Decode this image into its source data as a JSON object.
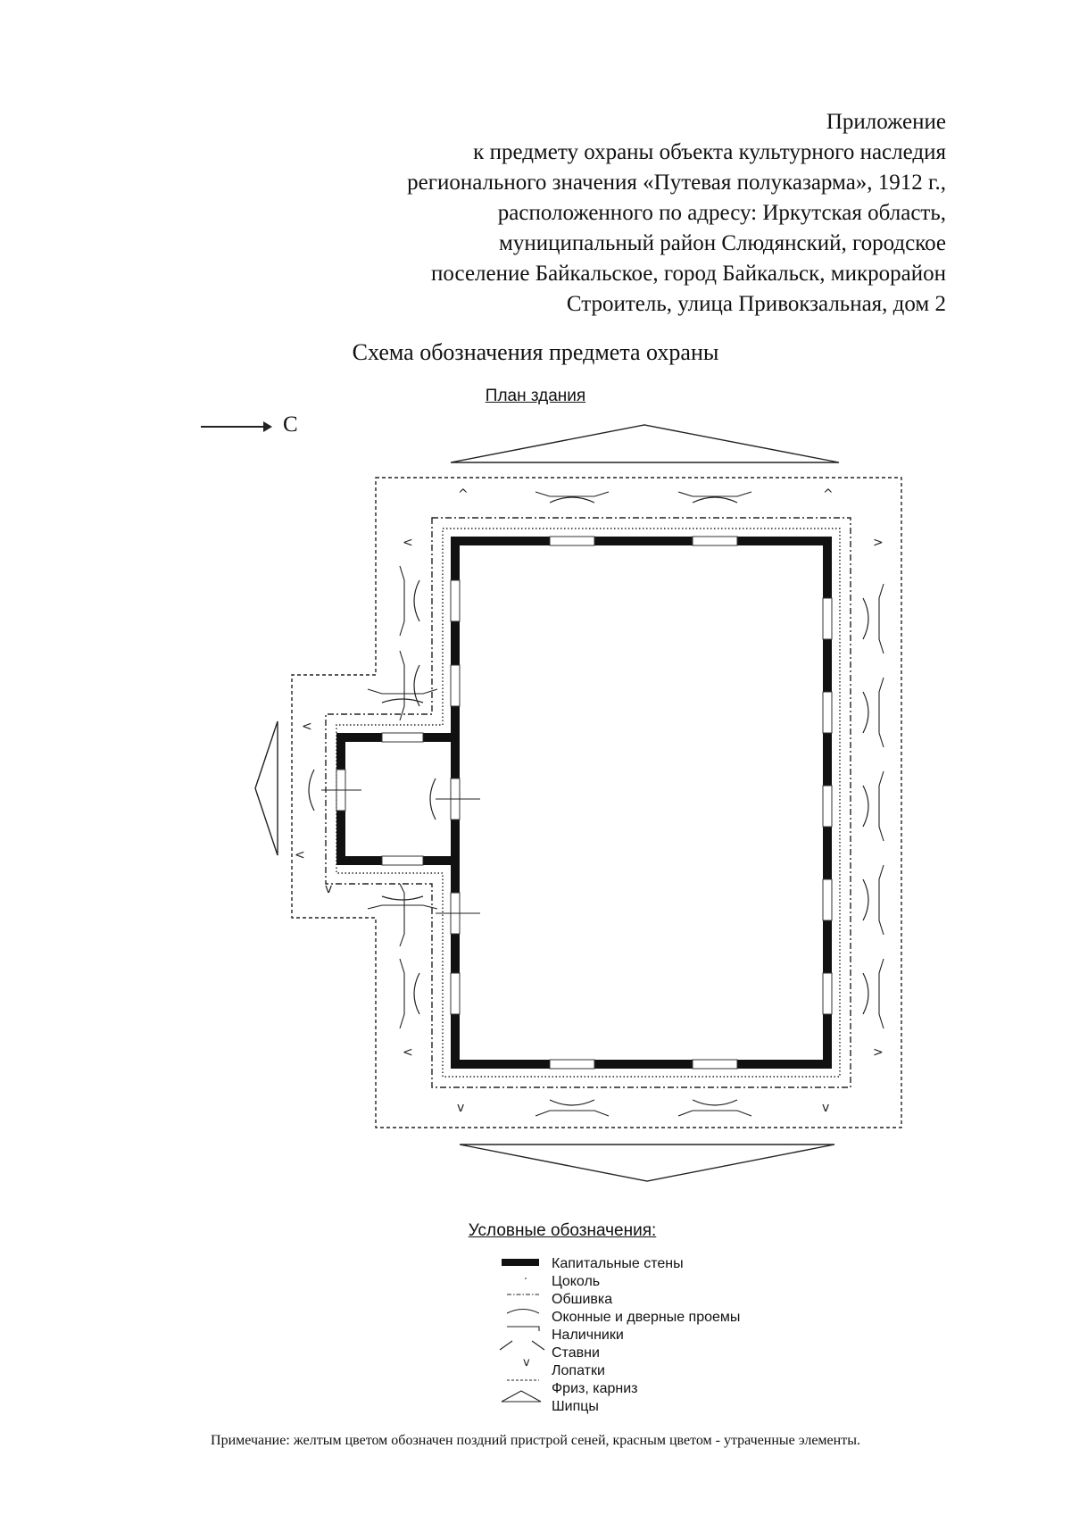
{
  "header": {
    "lines": [
      "Приложение",
      "к предмету охраны объекта культурного наследия",
      "регионального значения «Путевая полуказарма», 1912 г.,",
      "расположенного по адресу: Иркутская область,",
      "муниципальный район Слюдянский, городское",
      "поселение Байкальское, город Байкальск, микрорайон",
      "Строитель, улица Привокзальная, дом 2"
    ]
  },
  "scheme_title": "Схема обозначения предмета охраны",
  "plan_title": "План здания",
  "north_label": "С",
  "legend": {
    "title": "Условные обозначения:",
    "items": [
      "Капитальные стены",
      "Цоколь",
      "Обшивка",
      "Оконные и дверные проемы",
      "Наличники",
      "Ставни",
      "Лопатки",
      "Фриз, карниз",
      "Шипцы"
    ]
  },
  "note": "Примечание: желтым цветом обозначен поздний пристрой сеней, красным цветом - утраченные элементы."
}
